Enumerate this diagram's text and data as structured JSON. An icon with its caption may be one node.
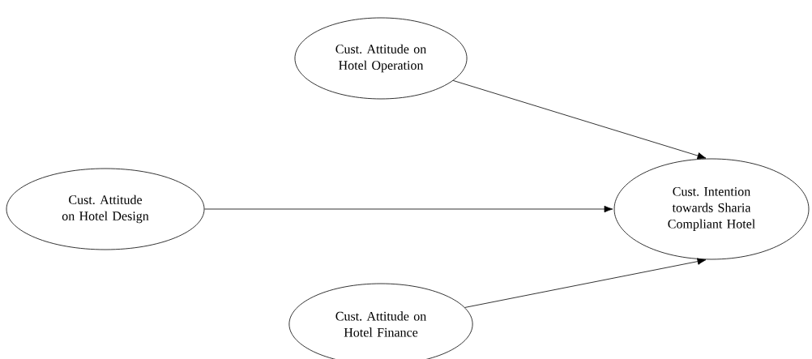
{
  "diagram": {
    "nodes": [
      {
        "text": [
          "Cust. Attitude on Hotel Operation"
        ]
      },
      {
        "text": [
          "Cust. Attitude on Hotel Design"
        ]
      },
      {
        "text": [
          "Cust. Intention towards Sharia Compliant Hotel"
        ]
      },
      {
        "text": [
          "Cust. Attitude on Hotel Finance"
        ]
      }
    ],
    "edges": [
      {
        "from": 0,
        "to": 2,
        "arrow": "to"
      },
      {
        "from": 1,
        "to": 2,
        "arrow": "to"
      },
      {
        "from": 3,
        "to": 2,
        "arrow": "to"
      }
    ]
  }
}
